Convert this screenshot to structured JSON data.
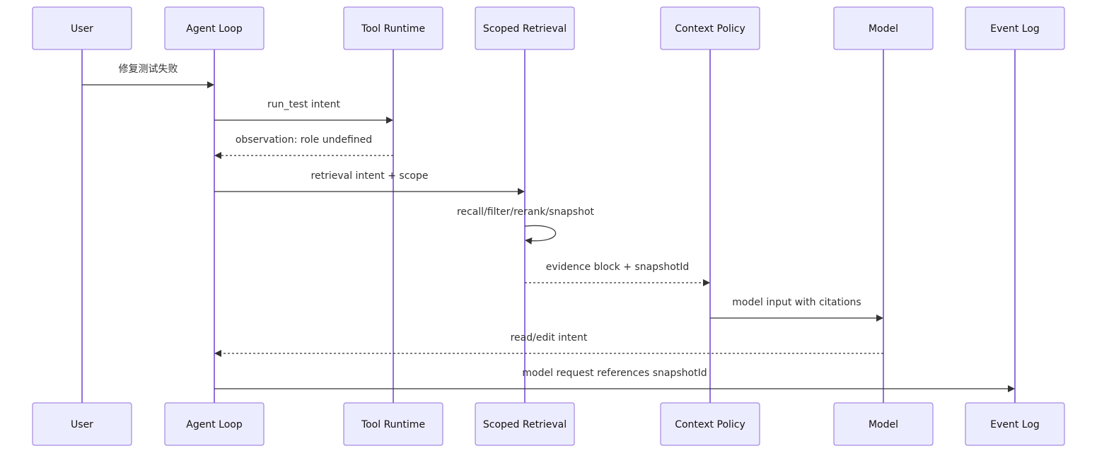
{
  "diagram": {
    "type": "sequence",
    "participants": [
      {
        "id": "user",
        "label": "User"
      },
      {
        "id": "agent",
        "label": "Agent Loop"
      },
      {
        "id": "tool",
        "label": "Tool Runtime"
      },
      {
        "id": "retrieval",
        "label": "Scoped Retrieval"
      },
      {
        "id": "context",
        "label": "Context Policy"
      },
      {
        "id": "model",
        "label": "Model"
      },
      {
        "id": "eventlog",
        "label": "Event Log"
      }
    ],
    "messages": [
      {
        "from": "user",
        "to": "agent",
        "label": "修复测试失败",
        "style": "solid"
      },
      {
        "from": "agent",
        "to": "tool",
        "label": "run_test intent",
        "style": "solid"
      },
      {
        "from": "tool",
        "to": "agent",
        "label": "observation: role undefined",
        "style": "dashed"
      },
      {
        "from": "agent",
        "to": "retrieval",
        "label": "retrieval intent + scope",
        "style": "solid"
      },
      {
        "from": "retrieval",
        "to": "retrieval",
        "label": "recall/filter/rerank/snapshot",
        "style": "solid"
      },
      {
        "from": "retrieval",
        "to": "context",
        "label": "evidence block + snapshotId",
        "style": "dashed"
      },
      {
        "from": "context",
        "to": "model",
        "label": "model input with citations",
        "style": "solid"
      },
      {
        "from": "model",
        "to": "agent",
        "label": "read/edit intent",
        "style": "dashed"
      },
      {
        "from": "agent",
        "to": "eventlog",
        "label": "model request references snapshotId",
        "style": "solid"
      }
    ]
  }
}
